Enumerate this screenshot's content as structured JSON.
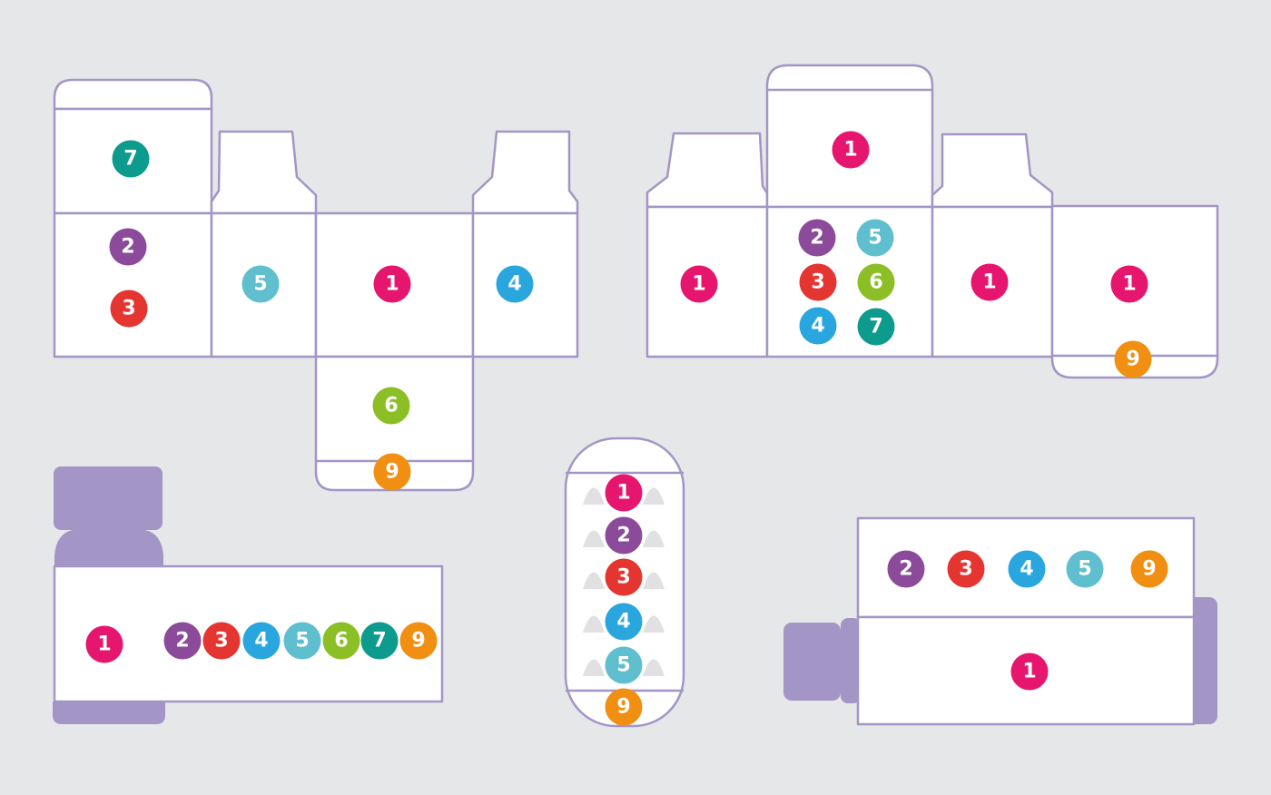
{
  "colors": {
    "background": "#e6e7e9",
    "outline": "#a395c6",
    "panel": "#ffffff",
    "blister_cavity": "#e1e1e3",
    "badge_1": "#e6166e",
    "badge_2": "#8c4b9a",
    "badge_3": "#e53530",
    "badge_4": "#2aa6df",
    "badge_5": "#5fbfcf",
    "badge_6": "#8cbf25",
    "badge_7": "#0c9b8c",
    "badge_9": "#f08f12"
  },
  "diagrams": {
    "tuck_box_left": {
      "badges": [
        "7",
        "2",
        "3",
        "5",
        "1",
        "4",
        "6",
        "9"
      ]
    },
    "tuck_box_right": {
      "badges": [
        "1",
        "2",
        "5",
        "3",
        "6",
        "4",
        "7",
        "1",
        "1",
        "1",
        "9"
      ]
    },
    "bottle_label": {
      "badges": [
        "1",
        "2",
        "3",
        "4",
        "5",
        "6",
        "7",
        "9"
      ]
    },
    "blister_pack": {
      "badges": [
        "1",
        "2",
        "3",
        "4",
        "5",
        "9"
      ]
    },
    "tube_label": {
      "badges": [
        "2",
        "3",
        "4",
        "5",
        "9",
        "1"
      ]
    }
  }
}
